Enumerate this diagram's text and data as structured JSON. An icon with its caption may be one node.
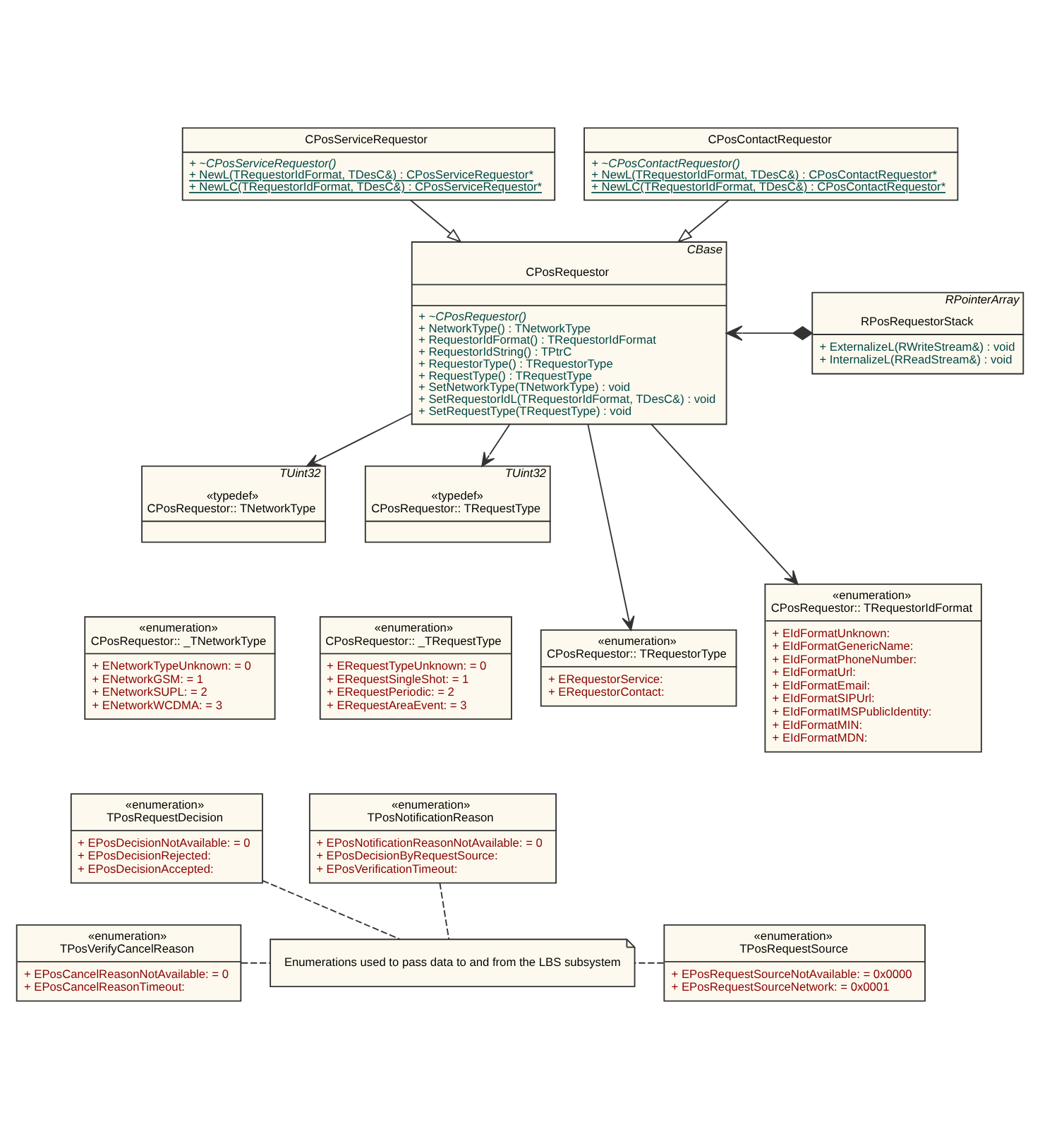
{
  "diagram": {
    "nodes": [
      {
        "text": [
          "CPosServiceRequestor",
          "+ ~CPosServiceRequestor()",
          "+ NewL(TRequestorIdFormat, TDesC&) : CPosServiceRequestor*",
          "+ NewLC(TRequestorIdFormat, TDesC&) : CPosServiceRequestor*"
        ]
      },
      {
        "text": [
          "CPosContactRequestor",
          "+ ~CPosContactRequestor()",
          "+ NewL(TRequestorIdFormat, TDesC&) : CPosContactRequestor*",
          "+ NewLC(TRequestorIdFormat, TDesC&) : CPosContactRequestor*"
        ]
      },
      {
        "text": [
          "CBase",
          "CPosRequestor",
          "+ ~CPosRequestor()",
          "+ NetworkType() : TNetworkType",
          "+ RequestorIdFormat() : TRequestorIdFormat",
          "+ RequestorIdString() : TPtrC",
          "+ RequestorType() : TRequestorType",
          "+ RequestType() : TRequestType",
          "+ SetNetworkType(TNetworkType) : void",
          "+ SetRequestorIdL(TRequestorIdFormat, TDesC&) : void",
          "+ SetRequestType(TRequestType) : void"
        ]
      },
      {
        "text": [
          "RPointerArray",
          "RPosRequestorStack",
          "+ ExternalizeL(RWriteStream&) : void",
          "+ InternalizeL(RReadStream&) : void"
        ]
      },
      {
        "text": [
          "TUint32",
          "«typedef»",
          "CPosRequestor:: TNetworkType"
        ]
      },
      {
        "text": [
          "TUint32",
          "«typedef»",
          "CPosRequestor:: TRequestType"
        ]
      },
      {
        "text": [
          "«enumeration»",
          "CPosRequestor:: _TNetworkType",
          "+ ENetworkTypeUnknown: = 0",
          "+ ENetworkGSM: = 1",
          "+ ENetworkSUPL: = 2",
          "+ ENetworkWCDMA: = 3"
        ]
      },
      {
        "text": [
          "«enumeration»",
          "CPosRequestor:: _TRequestType",
          "+ ERequestTypeUnknown: = 0",
          "+ ERequestSingleShot: = 1",
          "+ ERequestPeriodic: = 2",
          "+ ERequestAreaEvent: = 3"
        ]
      },
      {
        "text": [
          "«enumeration»",
          "CPosRequestor:: TRequestorType",
          "+ ERequestorService:",
          "+ ERequestorContact:"
        ]
      },
      {
        "text": [
          "«enumeration»",
          "CPosRequestor:: TRequestorIdFormat",
          "+ EIdFormatUnknown:",
          "+ EIdFormatGenericName:",
          "+ EIdFormatPhoneNumber:",
          "+ EIdFormatUrl:",
          "+ EIdFormatEmail:",
          "+ EIdFormatSIPUrl:",
          "+ EIdFormatIMSPublicIdentity:",
          "+ EIdFormatMIN:",
          "+ EIdFormatMDN:"
        ]
      },
      {
        "text": [
          "«enumeration»",
          "TPosRequestDecision",
          "+ EPosDecisionNotAvailable: = 0",
          "+ EPosDecisionRejected:",
          "+ EPosDecisionAccepted:"
        ]
      },
      {
        "text": [
          "«enumeration»",
          "TPosNotificationReason",
          "+ EPosNotificationReasonNotAvailable: = 0",
          "+ EPosDecisionByRequestSource:",
          "+ EPosVerificationTimeout:"
        ]
      },
      {
        "text": [
          "«enumeration»",
          "TPosVerifyCancelReason",
          "+ EPosCancelReasonNotAvailable: = 0",
          "+ EPosCancelReasonTimeout:"
        ]
      },
      {
        "text": [
          "«enumeration»",
          "TPosRequestSource",
          "+ EPosRequestSourceNotAvailable: = 0x0000",
          "+ EPosRequestSourceNetwork: = 0x0001"
        ]
      },
      {
        "text": [
          "Enumerations used to pass data to and from the LBS subsystem"
        ]
      }
    ],
    "edges": [
      {
        "from": 0,
        "to": 2,
        "arrow": "to"
      },
      {
        "from": 1,
        "to": 2,
        "arrow": "to"
      },
      {
        "from": 3,
        "to": 2,
        "arrow": "to"
      },
      {
        "from": 2,
        "to": 4,
        "arrow": "to"
      },
      {
        "from": 2,
        "to": 5,
        "arrow": "to"
      },
      {
        "from": 2,
        "to": 8,
        "arrow": "to"
      },
      {
        "from": 2,
        "to": 9,
        "arrow": "to"
      },
      {
        "from": 10,
        "to": 14,
        "arrow": "none",
        "style": "dashed"
      },
      {
        "from": 11,
        "to": 14,
        "arrow": "none",
        "style": "dashed"
      },
      {
        "from": 12,
        "to": 14,
        "arrow": "none",
        "style": "dashed"
      },
      {
        "from": 13,
        "to": 14,
        "arrow": "none",
        "style": "dashed"
      }
    ]
  }
}
